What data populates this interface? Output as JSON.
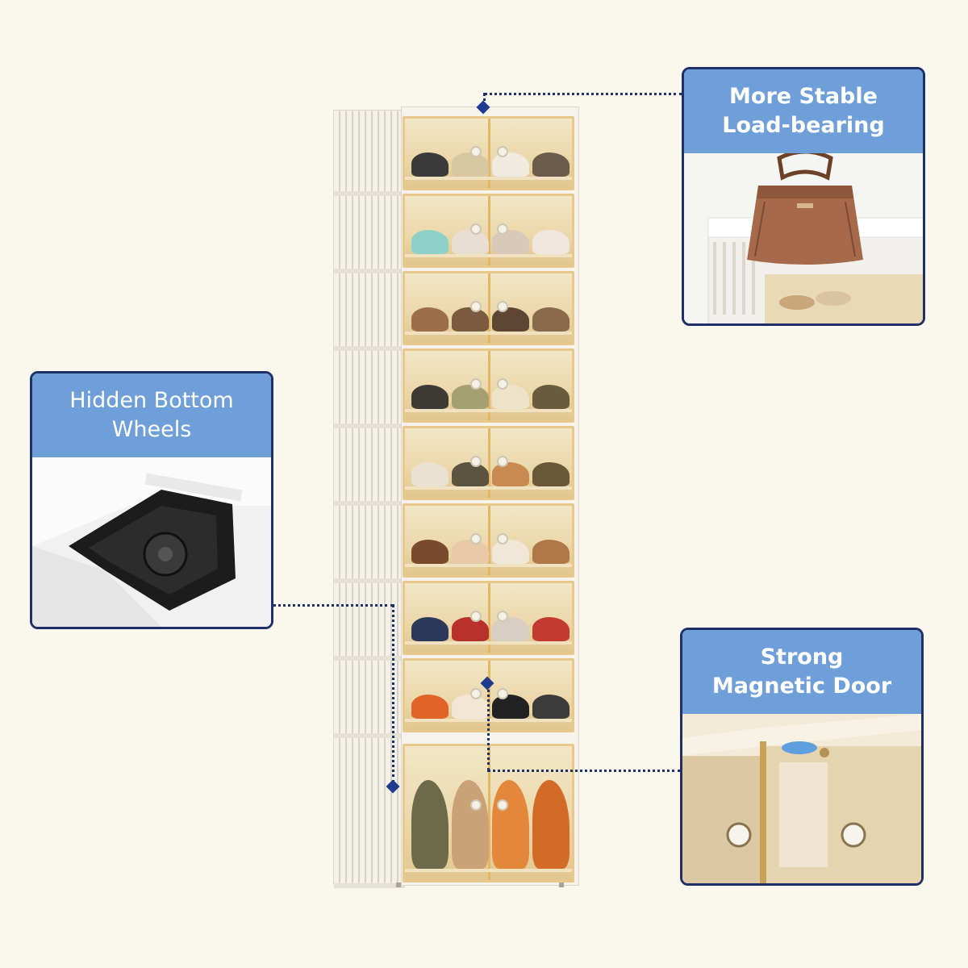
{
  "callouts": {
    "load": {
      "line1": "More Stable",
      "line2": "Load-bearing"
    },
    "wheels": {
      "line1": "Hidden Bottom",
      "line2": "Wheels"
    },
    "door": {
      "line1": "Strong",
      "line2": "Magnetic Door"
    }
  },
  "colors": {
    "background": "#faf7ee",
    "card_border": "#1f2f68",
    "card_header": "#6f9fd8",
    "connector": "#1f2f68",
    "drawer_amber": "#e8c98b",
    "cabinet_white": "#f6f3ec"
  },
  "icons": {
    "bag": "handbag-icon",
    "wheel": "caster-wheel-icon",
    "magnet": "magnet-icon"
  }
}
